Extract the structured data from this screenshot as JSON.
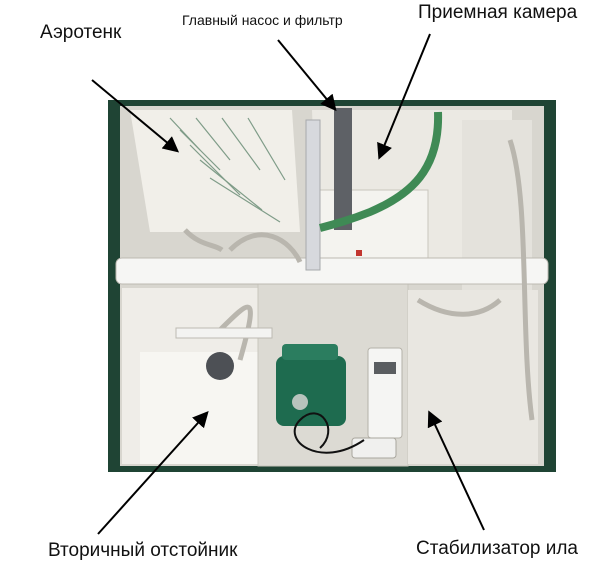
{
  "labels": {
    "aerotank": "Аэротенк",
    "main_pump_filter": "Главный насос и фильтр",
    "receiving_chamber": "Приемная камера",
    "secondary_settler": "Вторичный отстойник",
    "sludge_stabilizer": "Стабилизатор ила"
  },
  "colors": {
    "tank_shell": "#1f4434",
    "tank_wall": "#e9e6df",
    "compressor_body": "#1e6b4f",
    "green_hose": "#3f8a55",
    "arrow": "#000000"
  }
}
